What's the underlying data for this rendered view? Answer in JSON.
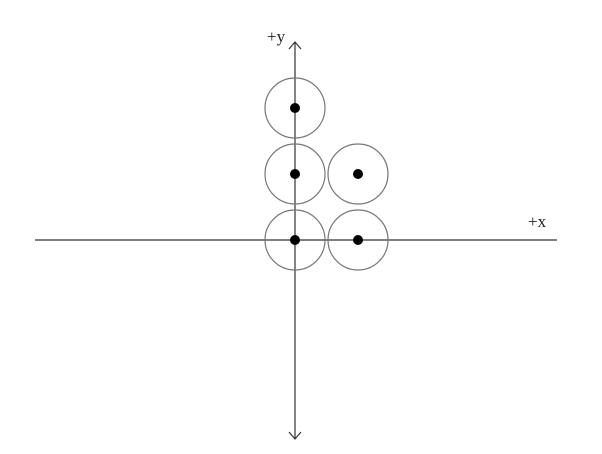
{
  "axes": {
    "x_label": "+x",
    "y_label": "+y"
  },
  "points": [
    {
      "x": 0,
      "y": 0
    },
    {
      "x": 1,
      "y": 0
    },
    {
      "x": 0,
      "y": 1
    },
    {
      "x": 1,
      "y": 1
    },
    {
      "x": 0,
      "y": 2
    }
  ],
  "colors": {
    "axis": "#333333",
    "circle": "#777777",
    "point": "#000000"
  }
}
